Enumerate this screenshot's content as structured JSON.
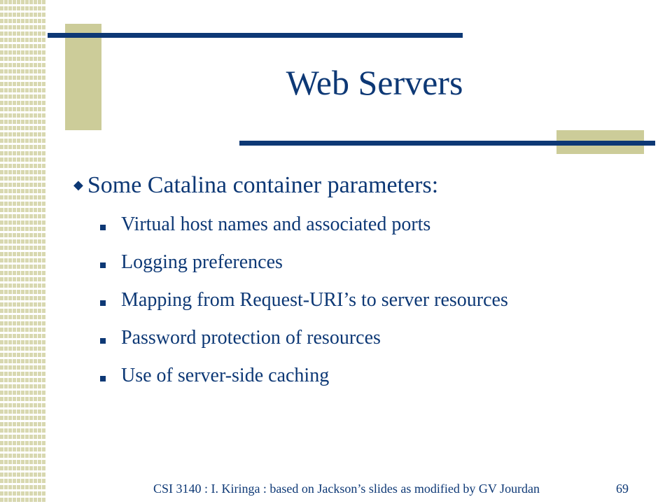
{
  "slide": {
    "title": "Web Servers",
    "main_bullet": "Some Catalina container parameters:",
    "main_bullet_icon": "diamond-bullet",
    "sub_bullets": [
      "Virtual host names and associated ports",
      "Logging preferences",
      "Mapping from Request-URI’s to server resources",
      "Password protection of resources",
      "Use of server-side caching"
    ],
    "footer": "CSI 3140 : I. Kiringa : based on Jackson’s slides as modified by GV Jourdan",
    "page_number": "69"
  },
  "colors": {
    "text": "#0d3875",
    "accent_lines": "#0d3875",
    "accent_blocks": "#cccc99",
    "stripes": "#d8d8b0",
    "background": "#ffffff"
  }
}
